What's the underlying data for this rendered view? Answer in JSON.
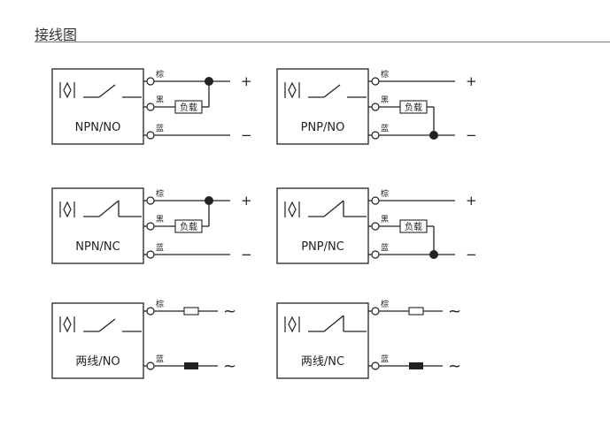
{
  "title": "接线图",
  "wire_labels": {
    "brown": "棕",
    "black": "黑",
    "blue": "蓝"
  },
  "load_label": "负载",
  "polarity": {
    "plus": "+",
    "minus": "−",
    "ac": "~"
  },
  "diagrams": [
    {
      "label": "NPN/NO",
      "kind": "three-wire",
      "contact": "NO",
      "load_to": "plus"
    },
    {
      "label": "PNP/NO",
      "kind": "three-wire",
      "contact": "NO",
      "load_to": "minus"
    },
    {
      "label": "NPN/NC",
      "kind": "three-wire",
      "contact": "NC",
      "load_to": "plus"
    },
    {
      "label": "PNP/NC",
      "kind": "three-wire",
      "contact": "NC",
      "load_to": "minus"
    },
    {
      "label": "两线/NO",
      "kind": "two-wire",
      "contact": "NO"
    },
    {
      "label": "两线/NC",
      "kind": "two-wire",
      "contact": "NC"
    }
  ],
  "colors": {
    "line": "#222222",
    "dot": "#222222",
    "rule": "#777777"
  }
}
